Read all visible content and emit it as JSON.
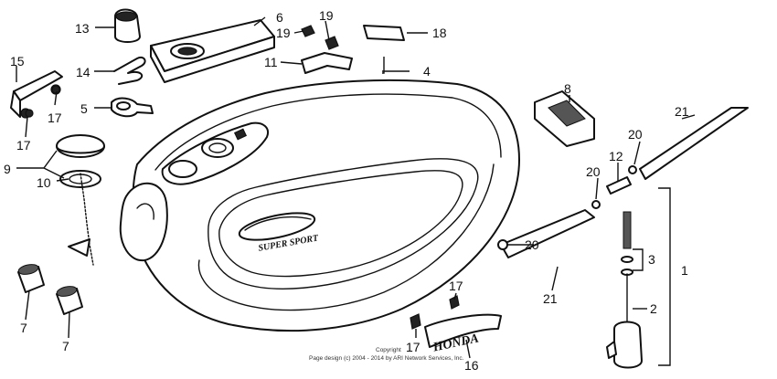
{
  "diagram": {
    "callouts": {
      "c1": "1",
      "c2": "2",
      "c3": "3",
      "c4": "4",
      "c5": "5",
      "c6": "6",
      "c7a": "7",
      "c7b": "7",
      "c8": "8",
      "c9": "9",
      "c10": "10",
      "c11": "11",
      "c12": "12",
      "c13": "13",
      "c14": "14",
      "c15": "15",
      "c16": "16",
      "c17a": "17",
      "c17b": "17",
      "c17c": "17",
      "c17d": "17",
      "c18": "18",
      "c19a": "19",
      "c19b": "19",
      "c20a": "20",
      "c20b": "20",
      "c20c": "20",
      "c21a": "21",
      "c21b": "21"
    },
    "tank_badge": "SUPER SPORT",
    "emblem_text": "HONDA",
    "copyright_line1": "Copyright",
    "copyright_line2": "Page design (c) 2004 - 2014 by ARI Network Services, Inc."
  }
}
